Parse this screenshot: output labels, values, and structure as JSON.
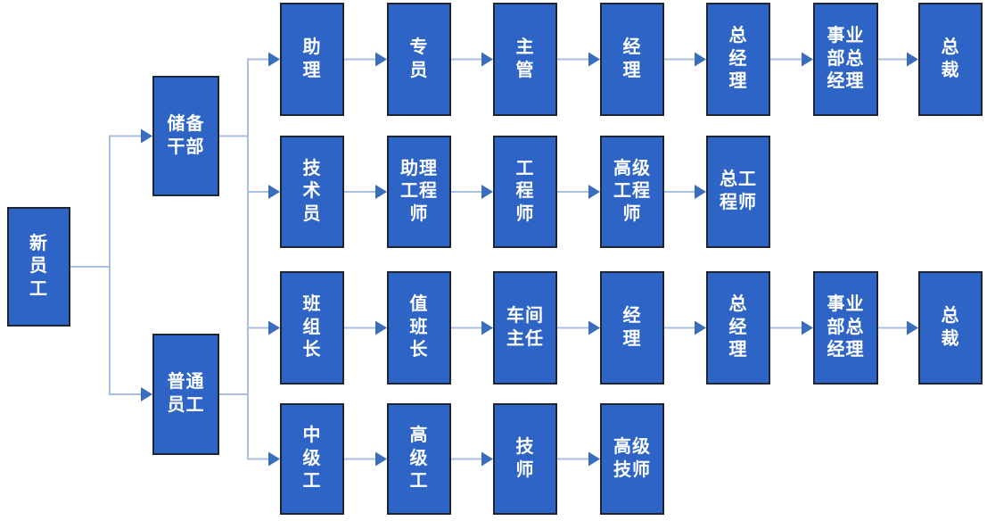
{
  "diagram": {
    "title": "career-path-flowchart",
    "colors": {
      "background": "#ffffff",
      "box_fill": "#2d64c6",
      "box_border": "#1f2633",
      "connector_line": "#a9bfe2",
      "arrowhead": "#3b6dbd",
      "text": "#ffffff"
    },
    "nodes": [
      {
        "id": "new-employee",
        "label": "新\n员\n工",
        "col": 0,
        "row": "left"
      },
      {
        "id": "reserve-cadre",
        "label": "储备\n干部",
        "col": 1,
        "row": "upper"
      },
      {
        "id": "ordinary-employee",
        "label": "普通\n员工",
        "col": 1,
        "row": "lower"
      },
      {
        "id": "assistant",
        "label": "助\n理",
        "col": 2,
        "row": "r1"
      },
      {
        "id": "specialist",
        "label": "专\n员",
        "col": 3,
        "row": "r1"
      },
      {
        "id": "supervisor",
        "label": "主\n管",
        "col": 4,
        "row": "r1"
      },
      {
        "id": "manager-1",
        "label": "经\n理",
        "col": 5,
        "row": "r1"
      },
      {
        "id": "general-manager-1",
        "label": "总\n经\n理",
        "col": 6,
        "row": "r1"
      },
      {
        "id": "division-gm-1",
        "label": "事业\n部总\n经理",
        "col": 7,
        "row": "r1"
      },
      {
        "id": "president-1",
        "label": "总\n裁",
        "col": 8,
        "row": "r1"
      },
      {
        "id": "technician",
        "label": "技\n术\n员",
        "col": 2,
        "row": "r2"
      },
      {
        "id": "assistant-engineer",
        "label": "助理\n工程\n师",
        "col": 3,
        "row": "r2"
      },
      {
        "id": "engineer",
        "label": "工\n程\n师",
        "col": 4,
        "row": "r2"
      },
      {
        "id": "senior-engineer",
        "label": "高级\n工程\n师",
        "col": 5,
        "row": "r2"
      },
      {
        "id": "chief-engineer",
        "label": "总工\n程师",
        "col": 6,
        "row": "r2"
      },
      {
        "id": "team-leader",
        "label": "班\n组\n长",
        "col": 2,
        "row": "r3"
      },
      {
        "id": "shift-leader",
        "label": "值\n班\n长",
        "col": 3,
        "row": "r3"
      },
      {
        "id": "workshop-director",
        "label": "车间\n主任",
        "col": 4,
        "row": "r3"
      },
      {
        "id": "manager-2",
        "label": "经\n理",
        "col": 5,
        "row": "r3"
      },
      {
        "id": "general-manager-2",
        "label": "总\n经\n理",
        "col": 6,
        "row": "r3"
      },
      {
        "id": "division-gm-2",
        "label": "事业\n部总\n经理",
        "col": 7,
        "row": "r3"
      },
      {
        "id": "president-2",
        "label": "总\n裁",
        "col": 8,
        "row": "r3"
      },
      {
        "id": "intermediate-worker",
        "label": "中\n级\n工",
        "col": 2,
        "row": "r4"
      },
      {
        "id": "senior-worker",
        "label": "高\n级\n工",
        "col": 3,
        "row": "r4"
      },
      {
        "id": "skilled-technician",
        "label": "技\n师",
        "col": 4,
        "row": "r4"
      },
      {
        "id": "senior-technician",
        "label": "高级\n技师",
        "col": 5,
        "row": "r4"
      }
    ],
    "flows": [
      [
        "assistant",
        "specialist",
        "supervisor",
        "manager-1",
        "general-manager-1",
        "division-gm-1",
        "president-1"
      ],
      [
        "technician",
        "assistant-engineer",
        "engineer",
        "senior-engineer",
        "chief-engineer"
      ],
      [
        "team-leader",
        "shift-leader",
        "workshop-director",
        "manager-2",
        "general-manager-2",
        "division-gm-2",
        "president-2"
      ],
      [
        "intermediate-worker",
        "senior-worker",
        "skilled-technician",
        "senior-technician"
      ]
    ],
    "junctions": [
      {
        "sources": [
          "new-employee"
        ],
        "targets": [
          "reserve-cadre",
          "ordinary-employee"
        ]
      },
      {
        "sources": [
          "reserve-cadre",
          "ordinary-employee"
        ],
        "targets": [
          "assistant",
          "technician",
          "team-leader",
          "intermediate-worker"
        ]
      }
    ]
  }
}
